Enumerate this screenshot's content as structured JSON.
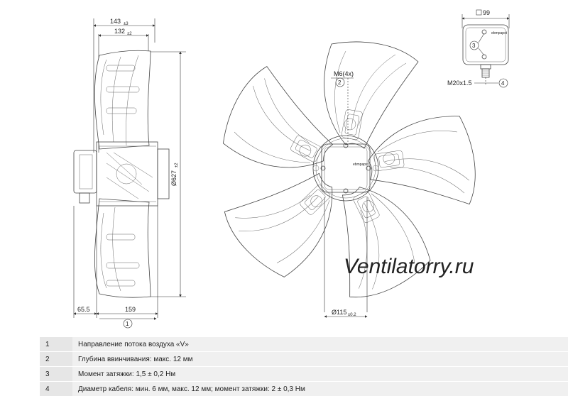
{
  "side_view": {
    "dim_top_outer": "143",
    "dim_top_outer_tol": "±3",
    "dim_top_inner": "132",
    "dim_top_inner_tol": "±2",
    "dim_diameter": "Ø627",
    "dim_diameter_tol": "±2",
    "dim_left_bottom": "65.5",
    "dim_right_bottom": "159",
    "callout_1": "1"
  },
  "front_view": {
    "thread_label": "M6(4x)",
    "callout_2": "2",
    "dim_hub": "Ø115",
    "dim_hub_tol": "±0.2",
    "brand_mark": "ebmpapst"
  },
  "terminal_box": {
    "dim_square": "99",
    "callout_3": "3",
    "cable_gland": "M20x1.5",
    "callout_4": "4",
    "brand_mark": "ebmpapst"
  },
  "watermark": "Ventilatorry.ru",
  "legend": [
    {
      "num": "1",
      "text": "Направление потока воздуха «V»"
    },
    {
      "num": "2",
      "text": "Глубина ввинчивания: макс. 12 мм"
    },
    {
      "num": "3",
      "text": "Момент затяжки: 1,5 ± 0,2 Нм"
    },
    {
      "num": "4",
      "text": "Диаметр кабеля: мин. 6 мм, макс. 12 мм; момент затяжки: 2 ± 0,3 Нм"
    }
  ]
}
